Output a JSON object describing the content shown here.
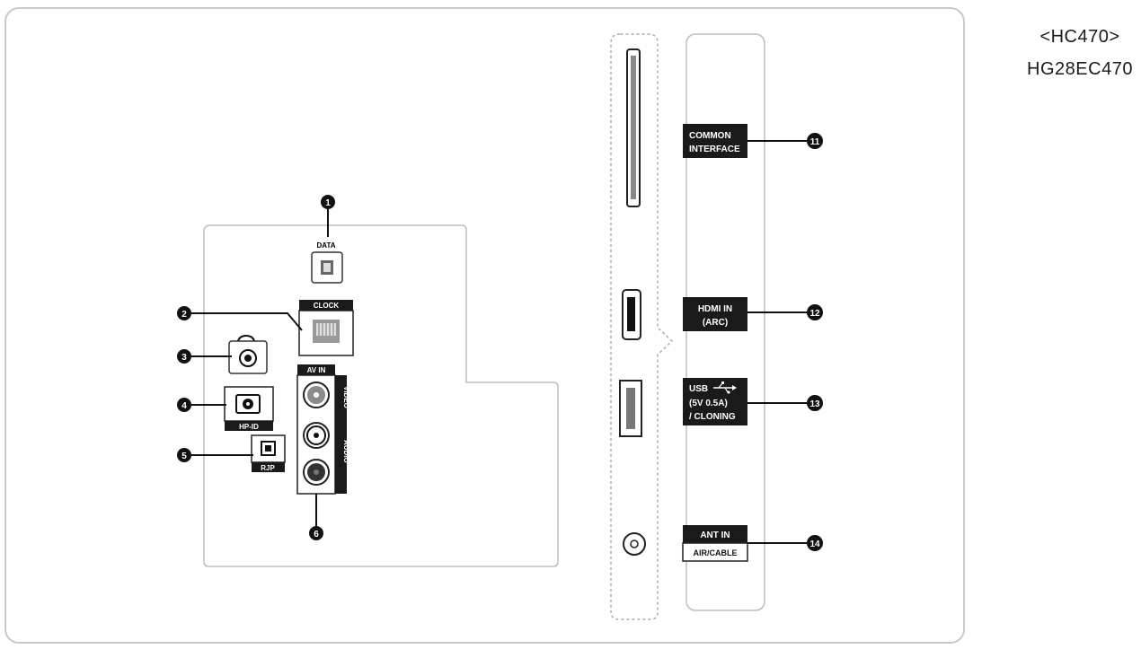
{
  "model": {
    "series": "<HC470>",
    "code": "HG28EC470"
  },
  "rear_panel": {
    "data_label": "DATA",
    "clock_label": "CLOCK",
    "av_in_label": "AV IN",
    "video_label": "VIDEO",
    "audio_label": "AUDIO",
    "hp_id_label": "HP-ID",
    "rj_ip_label": "RJP",
    "headphone_icon": "headphone-icon"
  },
  "side_panel": {
    "common_interface_line1": "COMMON",
    "common_interface_line2": "INTERFACE",
    "hdmi_line1": "HDMI IN",
    "hdmi_line2": "(ARC)",
    "usb_line1": "USB",
    "usb_line2": "(5V 0.5A)",
    "usb_line3": "/ CLONING",
    "ant_in_line1": "ANT IN",
    "ant_in_line2": "AIR/CABLE"
  },
  "callouts": [
    "1",
    "2",
    "3",
    "4",
    "5",
    "6",
    "11",
    "12",
    "13",
    "14"
  ]
}
